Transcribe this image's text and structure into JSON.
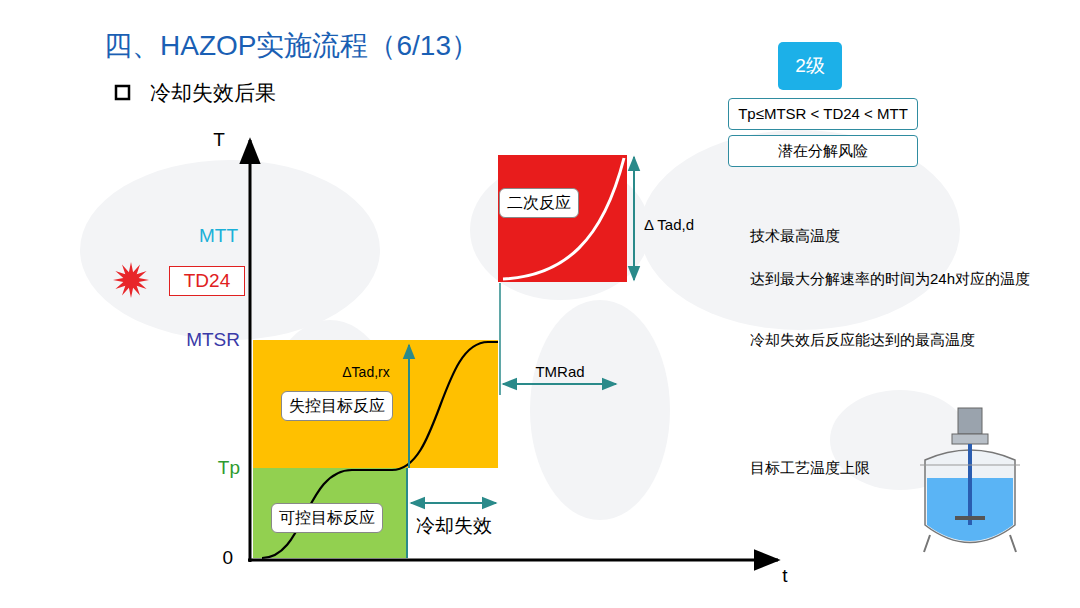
{
  "diagram": {
    "title": "四、HAZOP实施流程（6/13）",
    "nodes": [
      {
        "text": [
          "可控目标反应"
        ]
      },
      {
        "text": [
          "失控目标反应"
        ]
      },
      {
        "text": [
          "二次反应"
        ]
      },
      {
        "text": [
          "TD24"
        ]
      },
      {
        "text": [
          "2级"
        ]
      },
      {
        "text": [
          "Tp≤MTSR < TD24 < MTT"
        ]
      },
      {
        "text": [
          "潜在分解风险"
        ]
      }
    ],
    "labels": [
      "冷却失效后果",
      "T",
      "MTT",
      "MTSR",
      "Tp",
      "0",
      "t",
      "ΔTad,rx",
      "冷却失效",
      "TMRad",
      "Δ Tad,d",
      "技术最高温度",
      "达到最大分解速率的时间为24h对应的温度",
      "冷却失效后反应能达到的最高温度",
      "目标工艺温度上限"
    ]
  }
}
